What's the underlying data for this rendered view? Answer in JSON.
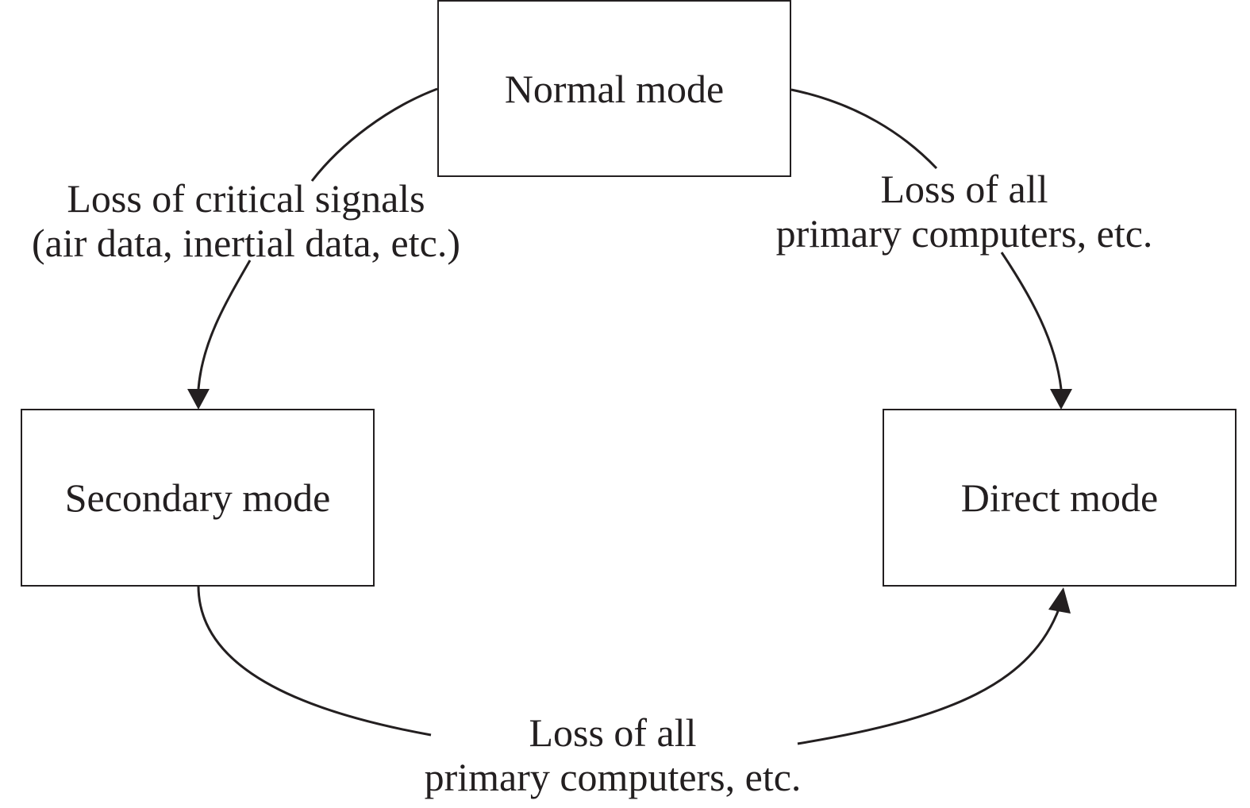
{
  "nodes": {
    "normal": "Normal mode",
    "secondary": "Secondary mode",
    "direct": "Direct mode"
  },
  "edges": {
    "normal_to_secondary": {
      "line1": "Loss of critical signals",
      "line2": "(air data, inertial data, etc.)"
    },
    "normal_to_direct": {
      "line1": "Loss of all",
      "line2": "primary computers, etc."
    },
    "secondary_to_direct": {
      "line1": "Loss of all",
      "line2": "primary computers, etc."
    }
  },
  "colors": {
    "stroke": "#231f20",
    "background": "#ffffff"
  }
}
